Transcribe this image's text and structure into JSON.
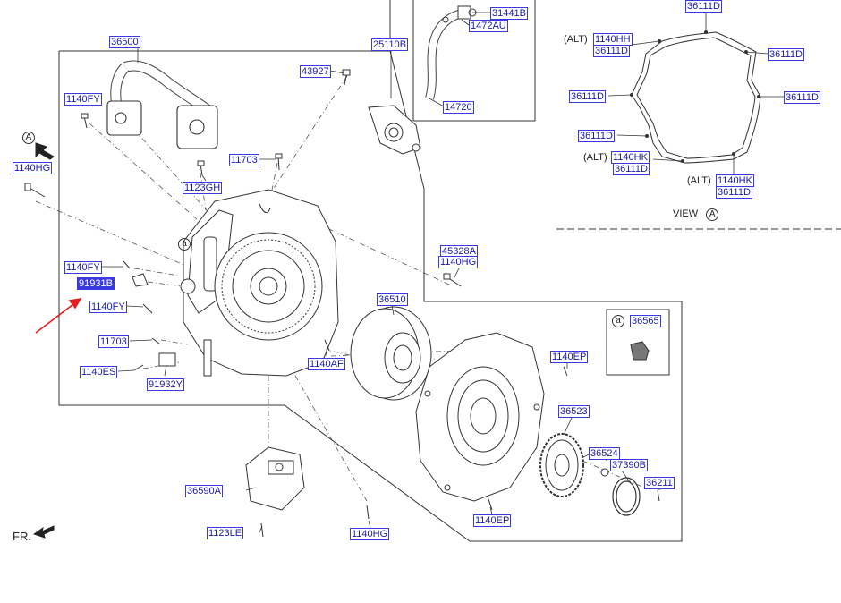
{
  "parts": {
    "p36500": "36500",
    "p25110B": "25110B",
    "p31441B": "31441B",
    "p1472AU": "1472AU",
    "p14720": "14720",
    "p43927": "43927",
    "p1140FY_a": "1140FY",
    "p1140HG_a": "1140HG",
    "p1123GH": "1123GH",
    "p11703_a": "11703",
    "p45328A": "45328A",
    "p1140HG_b": "1140HG",
    "p1140FY_b": "1140FY",
    "p91931B": "91931B",
    "p1140FY_c": "1140FY",
    "p11703_b": "11703",
    "p1140ES": "1140ES",
    "p91932Y": "91932Y",
    "p36510": "36510",
    "p1140AF": "1140AF",
    "p36565": "36565",
    "p1140EP_a": "1140EP",
    "p36523": "36523",
    "p36524": "36524",
    "p37390B": "37390B",
    "p36211": "36211",
    "p1140EP_b": "1140EP",
    "p36590A": "36590A",
    "p1123LE": "1123LE",
    "p1140HG_c": "1140HG",
    "v36111D_top": "36111D",
    "v1140HH": "1140HH",
    "v36111D_a": "36111D",
    "v36111D_b": "36111D",
    "v36111D_c": "36111D",
    "v36111D_d": "36111D",
    "v36111D_e": "36111D",
    "v1140HK_a": "1140HK",
    "v36111D_f": "36111D",
    "v1140HK_b": "1140HK",
    "v36111D_g": "36111D"
  },
  "text": {
    "alt": "(ALT)",
    "view": "VIEW",
    "view_ref": "A",
    "ref_a": "A",
    "circle_a": "a",
    "fr": "FR."
  },
  "colors": {
    "label_border": "#3a3ae0",
    "label_text": "#1a1aa8",
    "highlight_fill": "#3a3ae0",
    "pointer_arrow": "#e02020",
    "line_art": "#333333"
  }
}
